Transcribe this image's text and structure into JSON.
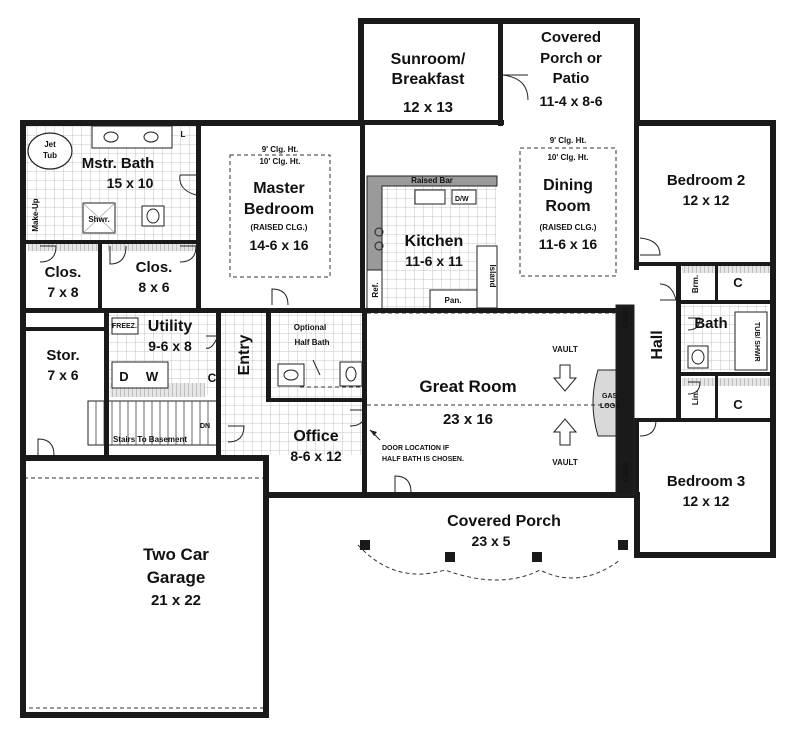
{
  "rooms": {
    "sunroom": {
      "name1": "Sunroom/",
      "name2": "Breakfast",
      "dim": "12 x 13"
    },
    "covered_patio": {
      "name1": "Covered",
      "name2": "Porch or",
      "name3": "Patio",
      "dim": "11-4 x 8-6"
    },
    "master_bath": {
      "name": "Mstr. Bath",
      "dim": "15 x 10"
    },
    "master_bedroom": {
      "ceiling1": "9' Clg. Ht.",
      "ceiling2": "10' Clg. Ht.",
      "name1": "Master",
      "name2": "Bedroom",
      "note": "(RAISED CLG.)",
      "dim": "14-6 x 16"
    },
    "dining": {
      "ceiling1": "9' Clg. Ht.",
      "ceiling2": "10' Clg. Ht.",
      "name1": "Dining",
      "name2": "Room",
      "note": "(RAISED CLG.)",
      "dim": "11-6 x 16"
    },
    "kitchen": {
      "name": "Kitchen",
      "dim": "11-6 x 11"
    },
    "bedroom2": {
      "name": "Bedroom 2",
      "dim": "12 x 12"
    },
    "closet1": {
      "name": "Clos.",
      "dim": "7 x 8"
    },
    "closet2": {
      "name": "Clos.",
      "dim": "8 x 6"
    },
    "utility": {
      "name": "Utility",
      "dim": "9-6 x 8"
    },
    "storage": {
      "name": "Stor.",
      "dim": "7 x 6"
    },
    "great_room": {
      "name": "Great Room",
      "dim": "23 x 16"
    },
    "office": {
      "name": "Office",
      "dim": "8-6 x 12"
    },
    "bedroom3": {
      "name": "Bedroom 3",
      "dim": "12 x 12"
    },
    "covered_porch": {
      "name": "Covered Porch",
      "dim": "23 x 5"
    },
    "garage": {
      "name1": "Two Car",
      "name2": "Garage",
      "dim": "21 x 22"
    }
  },
  "labels": {
    "jet_tub1": "Jet",
    "jet_tub2": "Tub",
    "makeup": "Make-Up",
    "shower": "Shwr.",
    "l": "L",
    "raised_bar": "Raised Bar",
    "dw": "D/W",
    "ref": "Ref.",
    "pan": "Pan.",
    "island": "Island",
    "freez": "FREEZ.",
    "d": "D",
    "w": "W",
    "c": "C",
    "entry": "Entry",
    "optional1": "Optional",
    "optional2": "Half Bath",
    "stairs": "Stairs To Basement",
    "dn": "DN",
    "hall": "Hall",
    "bath": "Bath",
    "tub_shwr": "TUB/ SHWR",
    "brm": "Brm.",
    "lin": "Lin.",
    "vault_top": "VAULT",
    "vault_bottom": "VAULT",
    "cabs_top": "CABS",
    "cabs_bottom": "CABS",
    "gas1": "GAS",
    "gas2": "LOGS",
    "door_note1": "DOOR LOCATION IF",
    "door_note2": "HALF BATH IS CHOSEN."
  }
}
